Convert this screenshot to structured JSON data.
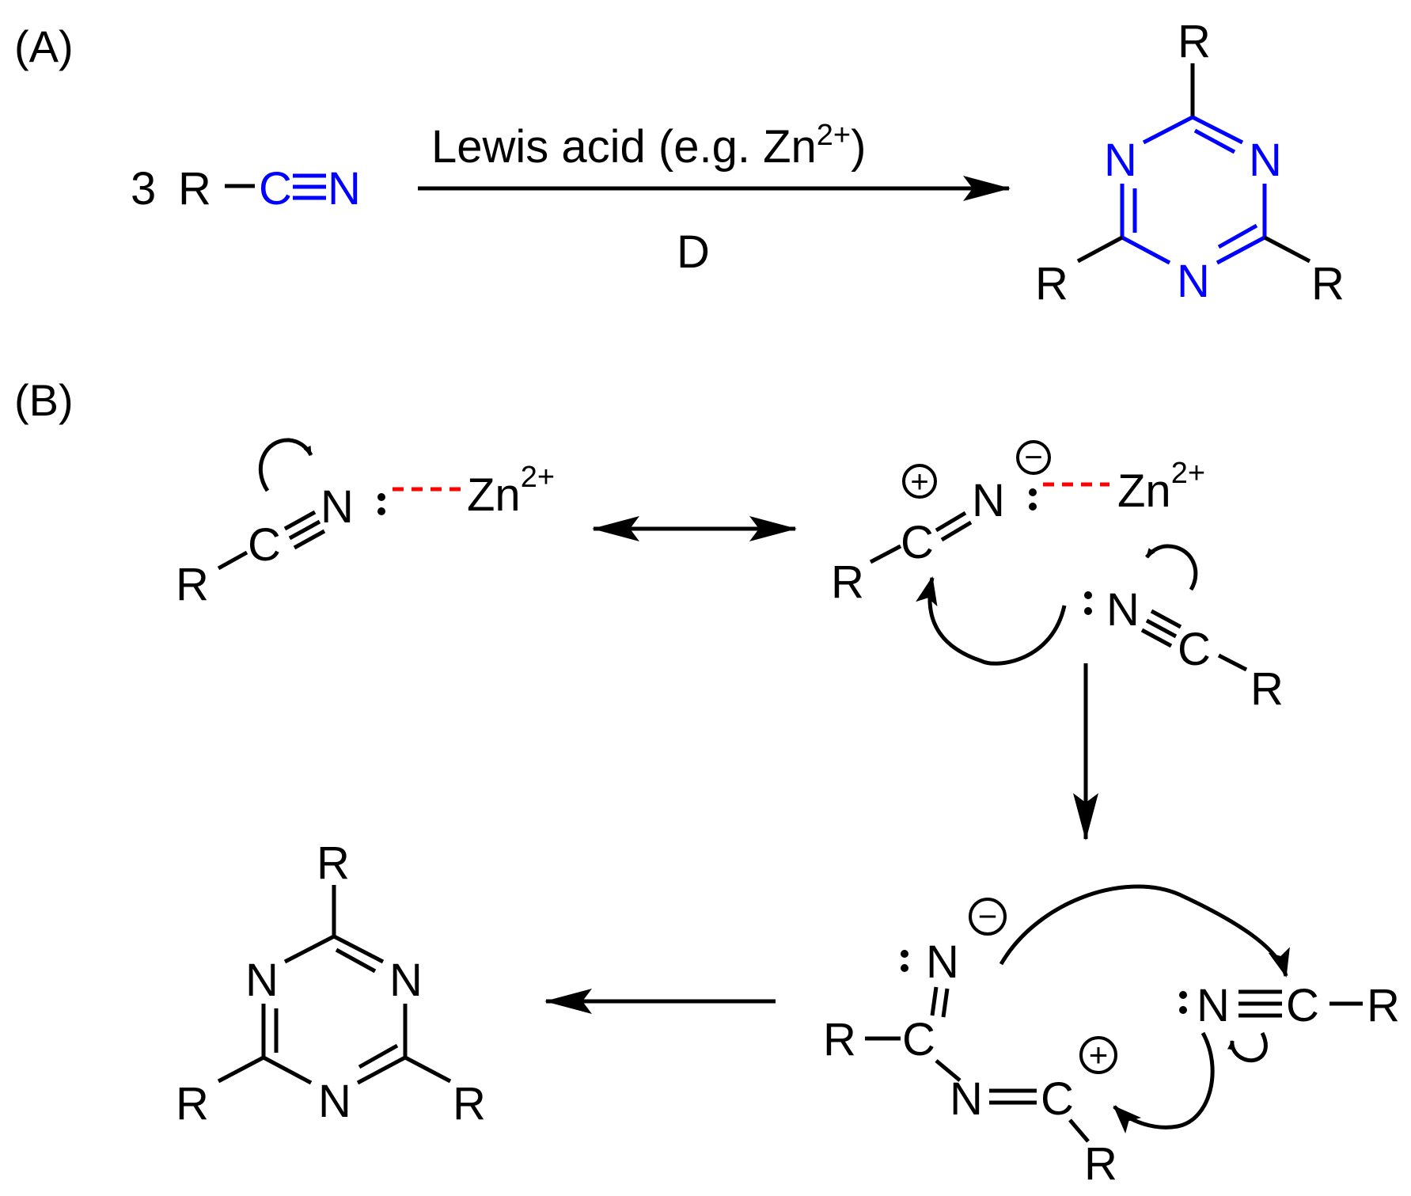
{
  "panel_labels": {
    "a": "(A)",
    "b": "(B)"
  },
  "scheme_a": {
    "coefficient": "3",
    "nitrile": {
      "r": "R",
      "c": "C",
      "n": "N"
    },
    "condition_above": "Lewis acid (e.g. Zn",
    "condition_charge": "2+",
    "condition_close": ")",
    "condition_below": "D",
    "triazine": {
      "n": "N",
      "r": "R"
    }
  },
  "scheme_b": {
    "nitrile_complex": {
      "r": "R",
      "c": "C",
      "n": "N",
      "metal": "Zn",
      "charge": "2+"
    },
    "activated_complex": {
      "r": "R",
      "c": "C",
      "n": "N",
      "metal": "Zn",
      "charge": "2+",
      "plus": "+",
      "minus": "−"
    },
    "attacking_nitrile": {
      "n": "N",
      "c": "C",
      "r": "R"
    },
    "dimer_intermediate": {
      "n": "N",
      "c": "C",
      "r": "R",
      "plus": "+",
      "minus": "−"
    },
    "third_nitrile": {
      "n": "N",
      "c": "C",
      "r": "R"
    },
    "product_triazine": {
      "n": "N",
      "r": "R"
    }
  },
  "colors": {
    "ring_highlight": "#0000ff",
    "coordination_bond": "#ff0000",
    "ink": "#000000"
  }
}
